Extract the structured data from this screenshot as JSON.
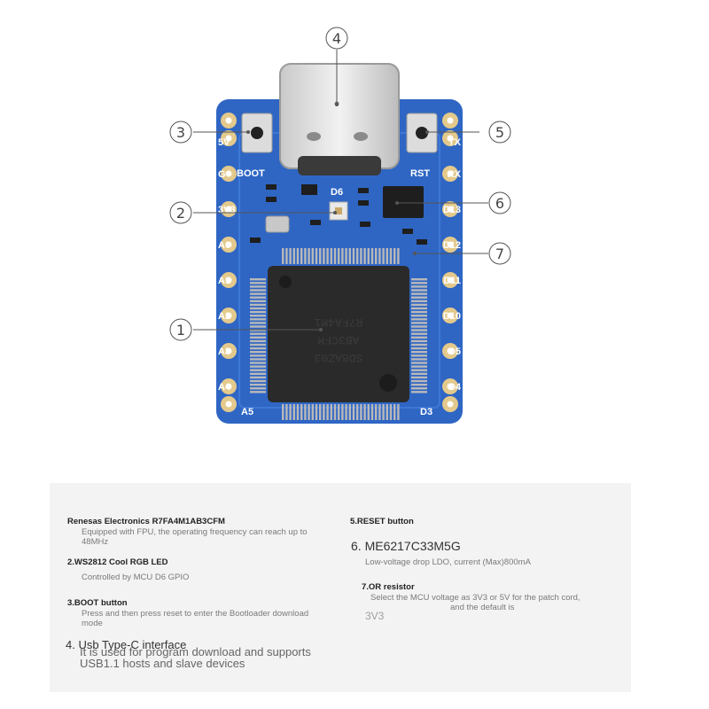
{
  "callouts": [
    "1",
    "2",
    "3",
    "4",
    "5",
    "6",
    "7"
  ],
  "pins": {
    "left": [
      "5V",
      "G",
      "3V3",
      "A0",
      "A1",
      "A2",
      "A3",
      "A4"
    ],
    "right": [
      "TX",
      "RX",
      "D13",
      "D12",
      "D11",
      "D10",
      "D5",
      "D4"
    ],
    "bottom_left": "A5",
    "bottom_right": "D3"
  },
  "board_labels": {
    "boot": "BOOT",
    "rst": "RST",
    "led": "D6",
    "chip_marking": [
      "R7FA4M1",
      "AB3CFM",
      "SD8AZ03"
    ]
  },
  "specs": {
    "item1": {
      "title": "Renesas Electronics R7FA4M1AB3CFM",
      "desc_line1": "Equipped with FPU, the operating frequency can reach up to",
      "desc_line2": "48MHz"
    },
    "item2": {
      "title": "2.WS2812 Cool RGB LED",
      "desc": "Controlled by MCU D6 GPIO"
    },
    "item3": {
      "title": "3.BOOT button",
      "desc_line1": "Press and then press reset to enter the Bootloader download",
      "desc_line2": "mode"
    },
    "item4": {
      "title": "4. Usb Type-C interface",
      "desc_line1": "It is used for program download and supports",
      "desc_line2": "USB1.1 hosts and slave devices"
    },
    "item5": {
      "title": "5.RESET button"
    },
    "item6": {
      "title": "6. ME6217C33M5G",
      "desc": "Low-voltage drop LDO, current (Max)800mA"
    },
    "item7": {
      "title": "7.OR resistor",
      "desc_line1": "Select the MCU voltage as 3V3 or 5V for the patch cord,",
      "desc_line2": "and the default is",
      "desc_line3": "3V3"
    }
  },
  "colors": {
    "pcb": "#2f66c4",
    "pad": "#e3c98b",
    "chip": "#2a2a2a",
    "panel": "#f3f3f3"
  }
}
